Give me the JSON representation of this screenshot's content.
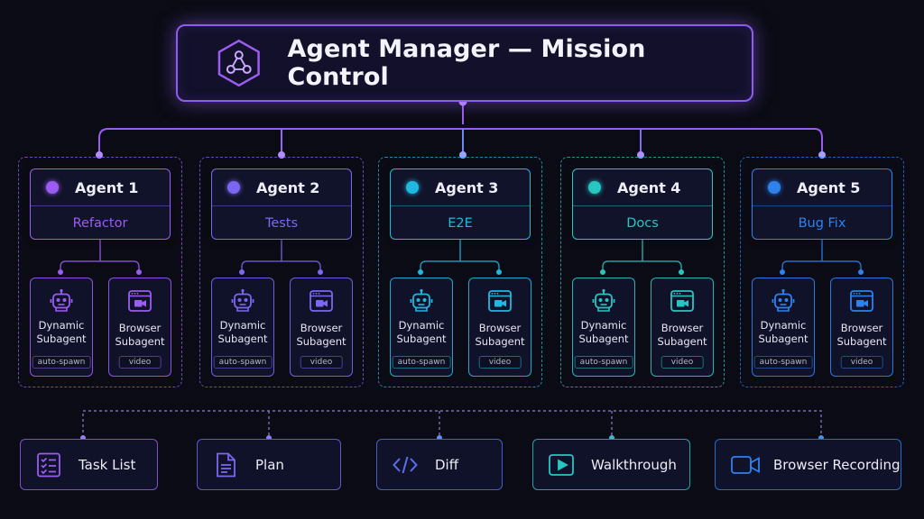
{
  "header": {
    "title": "Agent Manager — Mission Control",
    "icon": "hexagon-network-icon"
  },
  "colors": {
    "agents": [
      "#9b5cf2",
      "#7b67f2",
      "#20b8e0",
      "#28c6c0",
      "#2d82ee"
    ],
    "outputs": [
      "#9b5cf2",
      "#7b67f2",
      "#5a6ff0",
      "#28c6c0",
      "#2d82ee"
    ]
  },
  "agents": [
    {
      "name": "Agent 1",
      "task": "Refactor"
    },
    {
      "name": "Agent 2",
      "task": "Tests"
    },
    {
      "name": "Agent 3",
      "task": "E2E"
    },
    {
      "name": "Agent 4",
      "task": "Docs"
    },
    {
      "name": "Agent 5",
      "task": "Bug Fix"
    }
  ],
  "subagents": {
    "dynamic": {
      "label_line1": "Dynamic",
      "label_line2": "Subagent",
      "tag": "auto-spawn",
      "icon": "robot-icon"
    },
    "browser": {
      "label_line1": "Browser",
      "label_line2": "Subagent",
      "tag": "video",
      "icon": "browser-video-icon"
    }
  },
  "outputs": [
    {
      "label": "Task List",
      "icon": "checklist-icon"
    },
    {
      "label": "Plan",
      "icon": "document-icon"
    },
    {
      "label": "Diff",
      "icon": "code-icon"
    },
    {
      "label": "Walkthrough",
      "icon": "play-icon"
    },
    {
      "label": "Browser Recording",
      "icon": "video-camera-icon"
    }
  ]
}
